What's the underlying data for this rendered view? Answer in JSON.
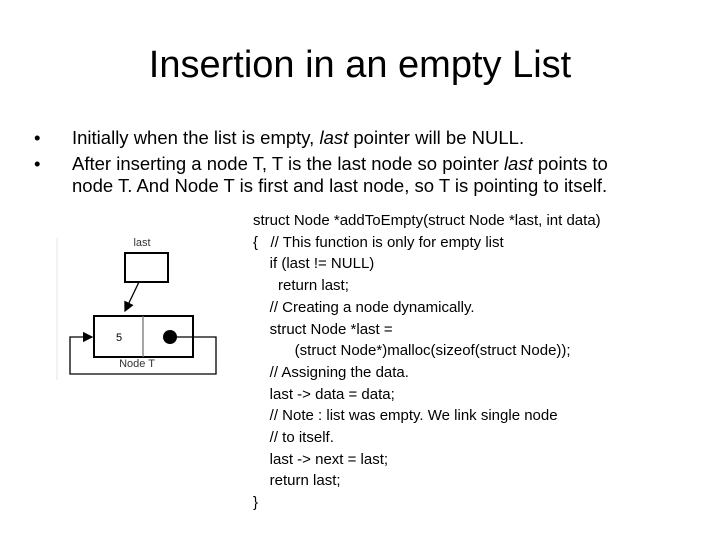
{
  "title": "Insertion in an empty List",
  "bullets": [
    {
      "before": "Initially when the list is empty, ",
      "em": "last",
      "after": " pointer will be NULL."
    },
    {
      "before": "After inserting a node T, T is the last node so pointer ",
      "em": "last",
      "after": " points to",
      "line2": "node T. And Node T is first and last node, so T is pointing to itself."
    }
  ],
  "diagram": {
    "pointer_label": "last",
    "node_value": "5",
    "node_label": "Node T"
  },
  "code": [
    "struct Node *addToEmpty(struct Node *last, int data)",
    "{   // This function is only for empty list",
    "    if (last != NULL)",
    "      return last;",
    "    // Creating a node dynamically.",
    "    struct Node *last =",
    "          (struct Node*)malloc(sizeof(struct Node));",
    "    // Assigning the data.",
    "    last -> data = data;",
    "    // Note : list was empty. We link single node",
    "    // to itself.",
    "    last -> next = last;",
    "    return last;",
    "}"
  ]
}
